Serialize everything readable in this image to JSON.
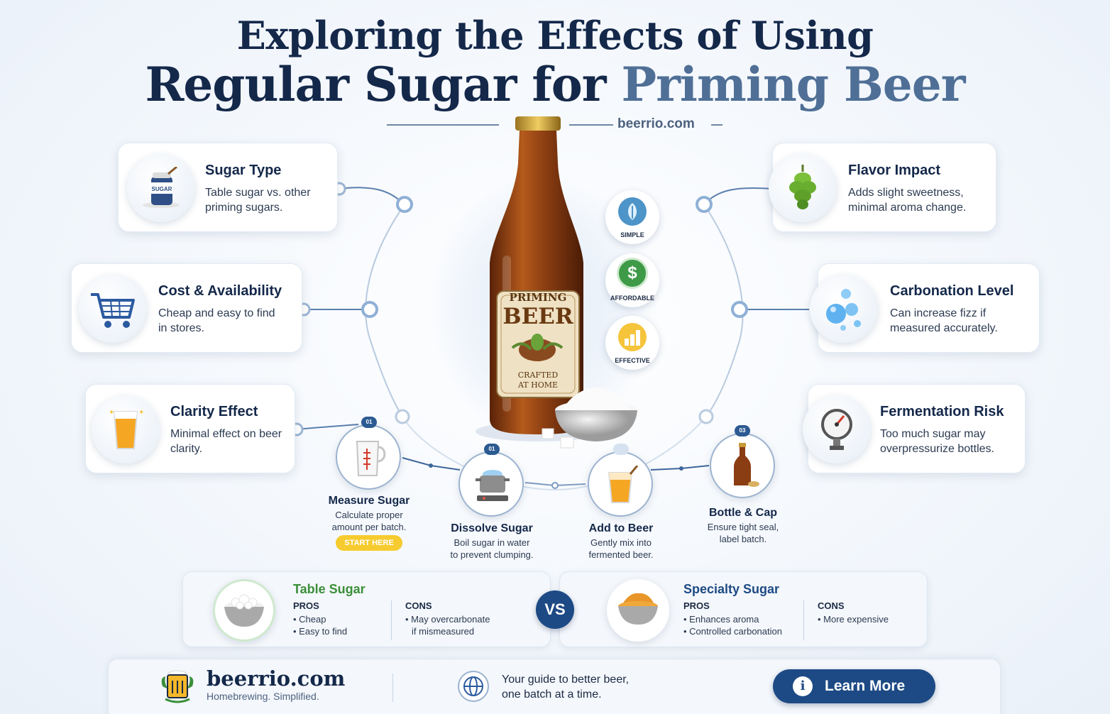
{
  "title": {
    "line1": "Exploring the Effects of Using",
    "line2_main": "Regular Sugar for",
    "line2_accent": "Priming Beer",
    "site": "beerrio.com"
  },
  "features": {
    "sugar_type": {
      "title": "Sugar Type",
      "desc": "Table sugar vs. other priming sugars.",
      "icon_label": "SUGAR"
    },
    "cost": {
      "title": "Cost & Availability",
      "desc": "Cheap and easy to find in stores."
    },
    "clarity": {
      "title": "Clarity Effect",
      "desc": "Minimal effect on beer clarity."
    },
    "flavor": {
      "title": "Flavor Impact",
      "desc": "Adds slight sweetness, minimal aroma change."
    },
    "carbonation": {
      "title": "Carbonation Level",
      "desc": "Can increase fizz if measured accurately."
    },
    "fermentation": {
      "title": "Fermentation Risk",
      "desc": "Too much sugar may overpressurize bottles."
    }
  },
  "bottle": {
    "label_top": "PRIMING",
    "label_main": "BEER",
    "label_bottom_1": "CRAFTED",
    "label_bottom_2": "AT HOME"
  },
  "badges": [
    {
      "label": "SIMPLE"
    },
    {
      "label": "AFFORDABLE",
      "symbol": "$"
    },
    {
      "label": "EFFECTIVE"
    }
  ],
  "steps": [
    {
      "num": "01",
      "title": "Measure Sugar",
      "desc_1": "Calculate proper",
      "desc_2": "amount per batch.",
      "pill": "START HERE"
    },
    {
      "num": "01",
      "title": "Dissolve Sugar",
      "desc_1": "Boil sugar in water",
      "desc_2": "to prevent clumping."
    },
    {
      "num": "",
      "title": "Add to Beer",
      "desc_1": "Gently mix into",
      "desc_2": "fermented beer."
    },
    {
      "num": "03",
      "title": "Bottle & Cap",
      "desc_1": "Ensure tight seal,",
      "desc_2": "label batch."
    }
  ],
  "comparison": {
    "vs": "VS",
    "left": {
      "title": "Table Sugar",
      "pros_label": "PROS",
      "pros": [
        "• Cheap",
        "• Easy to find"
      ],
      "cons_label": "CONS",
      "cons": [
        "• May overcarbonate",
        "if mismeasured"
      ]
    },
    "right": {
      "title": "Specialty Sugar",
      "pros_label": "PROS",
      "pros": [
        "• Enhances aroma",
        "• Controlled carbonation"
      ],
      "cons_label": "CONS",
      "cons": [
        "• More expensive"
      ]
    }
  },
  "footer": {
    "brand": "beerrio.com",
    "tagline": "Homebrewing. Simplified.",
    "guide_1": "Your guide to better beer,",
    "guide_2": "one batch at a time.",
    "button": "Learn More",
    "button_icon": "i"
  },
  "colors": {
    "navy": "#14284a",
    "accent": "#4f6f96",
    "button": "#1d4a85",
    "table_sugar": "#3b8f3a",
    "specialty_sugar": "#1d4a85",
    "pill": "#f6cb2f",
    "beer": "#8a3d12"
  }
}
